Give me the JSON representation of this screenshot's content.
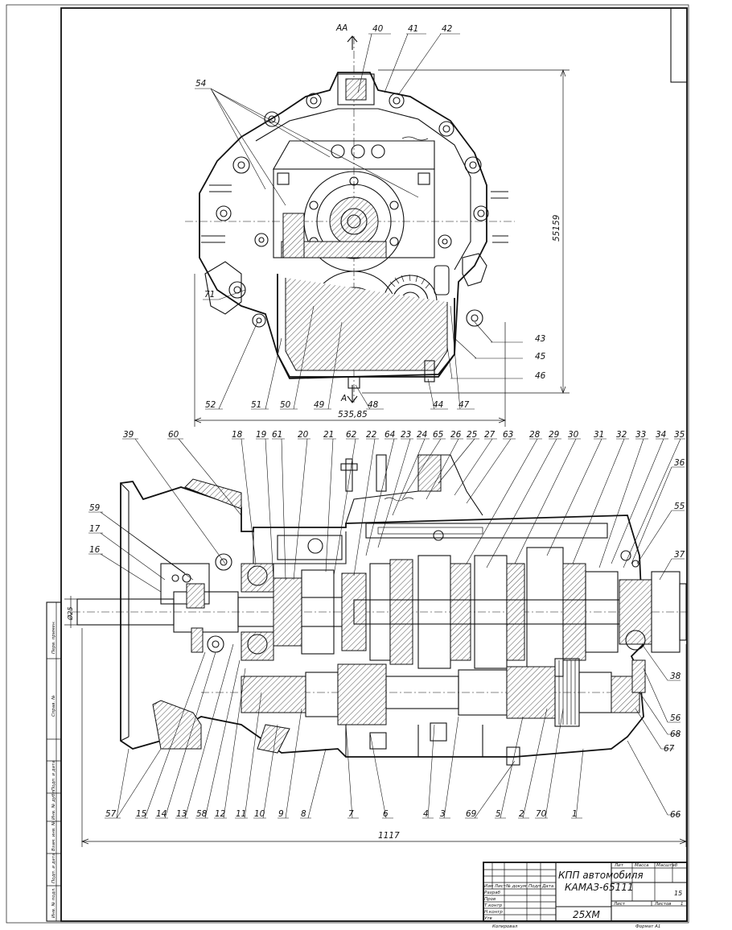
{
  "drawing": {
    "format_frame": true
  },
  "top_view": {
    "section_label": "AA",
    "section_label_bottom": "A",
    "dim_height": "55159",
    "dim_width": "535,85",
    "callouts": [
      "40",
      "41",
      "42",
      "54",
      "71",
      "43",
      "45",
      "46",
      "52",
      "51",
      "50",
      "49",
      "48",
      "44",
      "47"
    ]
  },
  "side_view": {
    "dim_diameter": "Ø25",
    "dim_length": "1117",
    "callouts_top": [
      "39",
      "60",
      "18",
      "19",
      "61",
      "20",
      "21",
      "62",
      "22",
      "64",
      "23",
      "24",
      "65",
      "26",
      "25",
      "27",
      "63",
      "28",
      "29",
      "30",
      "31",
      "32",
      "33",
      "34",
      "35"
    ],
    "callouts_right": [
      "36",
      "55",
      "37",
      "38",
      "56",
      "68",
      "67",
      "66"
    ],
    "callouts_left": [
      "59",
      "17",
      "16"
    ],
    "callouts_bottom": [
      "57",
      "15",
      "14",
      "13",
      "58",
      "12",
      "11",
      "10",
      "9",
      "8",
      "7",
      "6",
      "4",
      "3",
      "69",
      "5",
      "2",
      "70",
      "1"
    ]
  },
  "title_block": {
    "title_line1": "КПП автомобиля",
    "title_line2": "КАМАЗ-65111",
    "doc_code": "25ХМ",
    "col_lit": "Лит",
    "col_mass": "Масса",
    "col_scale": "Масштаб",
    "scale_value": "15",
    "col_sheet": "Лист",
    "col_sheets": "Листов",
    "sheets_value": "1",
    "row_izm": "Изм Лист",
    "row_ndok": "№ докум",
    "row_podp": "Подп",
    "row_data": "Дата",
    "row_razrab": "Разраб",
    "row_prov": "Пров",
    "row_tkontr": "Т.контр",
    "row_nkontr": "Н.контр",
    "row_utv": "Утв",
    "copied": "Копировал",
    "format": "Формат  А1"
  },
  "side_stamp": {
    "cells": [
      "Перв. примен.",
      "Справ. №",
      "Подп. и дата",
      "Инв. № дубл.",
      "Взам. инв. №",
      "Подп. и дата",
      "Инв. № подл."
    ]
  }
}
